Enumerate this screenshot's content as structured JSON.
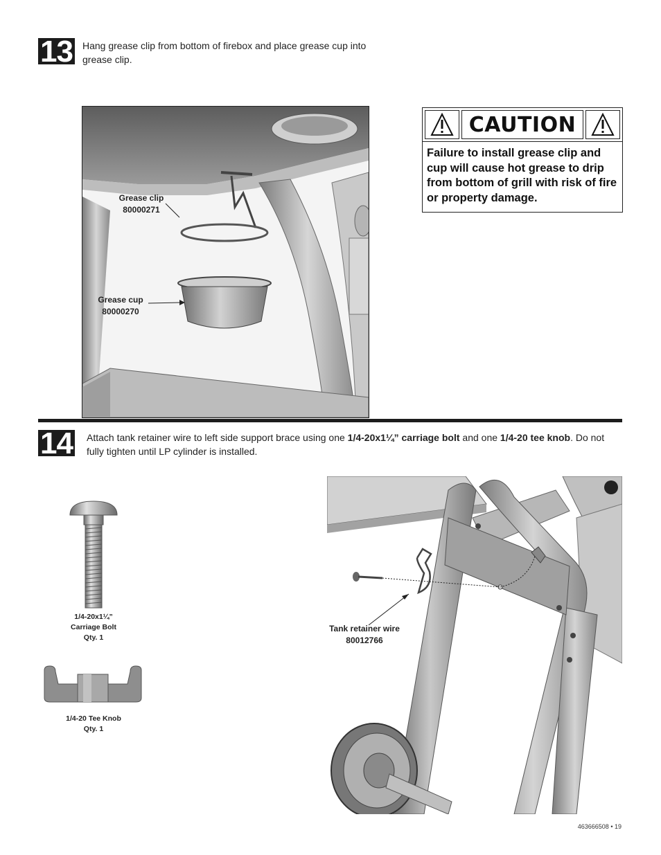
{
  "step13": {
    "number": "13",
    "instruction": "Hang grease clip from bottom of firebox and place grease cup into grease clip.",
    "callouts": {
      "clip_name": "Grease clip",
      "clip_part": "80000271",
      "cup_name": "Grease cup",
      "cup_part": "80000270"
    }
  },
  "caution": {
    "heading": "CAUTION",
    "text": "Failure to install grease clip and cup will cause hot grease to drip from bottom of grill with risk of fire or property damage."
  },
  "step14": {
    "number": "14",
    "instruction_part1": "Attach tank retainer wire to left side support brace using one ",
    "bolt_bold": "1/4-20x1¼” carriage bolt",
    "instruction_part2": " and one ",
    "knob_bold": "1/4-20 tee knob",
    "instruction_part3": ". Do not fully tighten until LP cylinder is installed.",
    "bolt_label": {
      "size": "1/4-20x1¼”",
      "name": "Carriage Bolt",
      "qty": "Qty. 1"
    },
    "knob_label": {
      "name": "1/4-20 Tee Knob",
      "qty": "Qty. 1"
    },
    "wire_callout": {
      "name": "Tank retainer wire",
      "part": "80012766"
    }
  },
  "footer": {
    "doc_number": "463666508",
    "separator": "•",
    "page": "19"
  },
  "icons": [
    "warning-triangle-icon",
    "carriage-bolt-illustration",
    "tee-knob-illustration"
  ]
}
